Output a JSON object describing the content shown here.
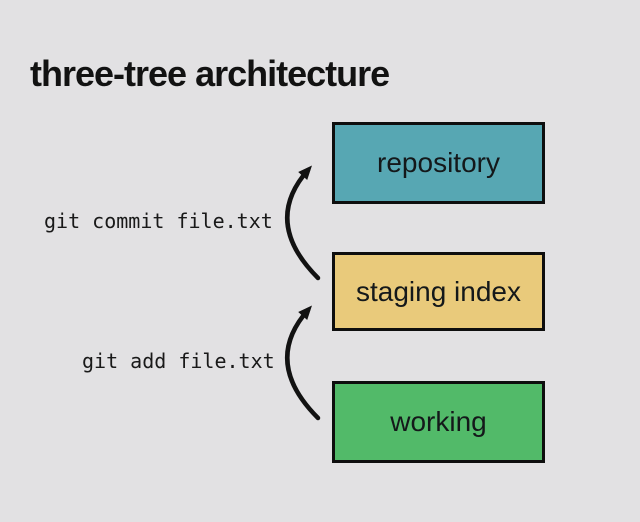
{
  "title": "three-tree architecture",
  "colors": {
    "background": "#e2e1e3",
    "ink": "#121212",
    "repository_fill": "#57a7b3",
    "staging_fill": "#e9ca7b",
    "working_fill": "#52ba69"
  },
  "diagram": {
    "boxes": [
      {
        "id": "repository",
        "label": "repository"
      },
      {
        "id": "staging-index",
        "label": "staging index"
      },
      {
        "id": "working",
        "label": "working"
      }
    ],
    "arrows": [
      {
        "id": "commit",
        "command": "git commit file.txt",
        "from": "staging index",
        "to": "repository"
      },
      {
        "id": "add",
        "command": "git add file.txt",
        "from": "working",
        "to": "staging index"
      }
    ]
  }
}
